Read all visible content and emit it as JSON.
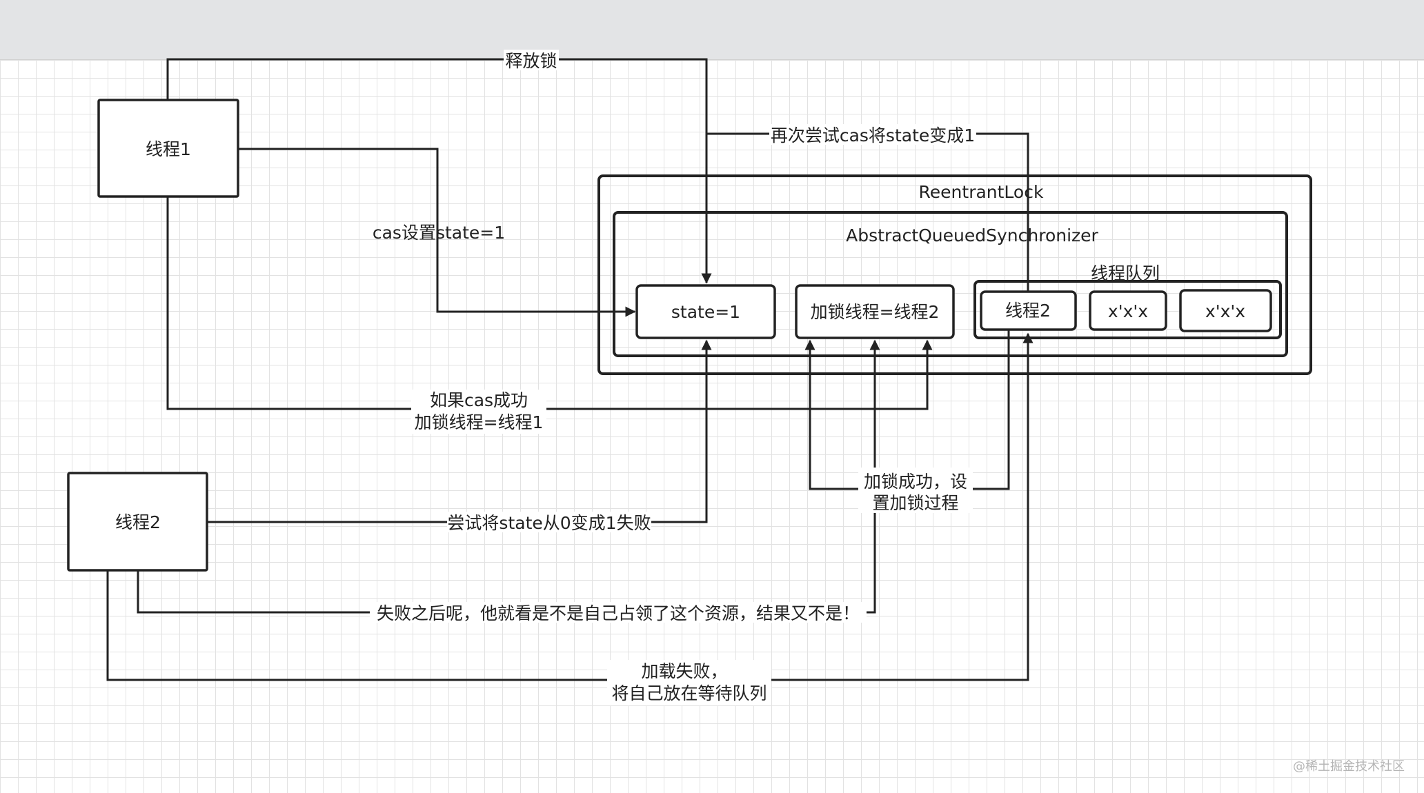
{
  "nodes": {
    "thread1": "线程1",
    "thread2": "线程2",
    "reentrant_lock": "ReentrantLock",
    "aqs": "AbstractQueuedSynchronizer",
    "queue_title": "线程队列",
    "state": "state=1",
    "lock_thread": "加锁线程=线程2",
    "queue_thread2": "线程2",
    "queue_item_a": "x'x'x",
    "queue_item_b": "x'x'x"
  },
  "edges": {
    "release_lock": "释放锁",
    "retry_cas": "再次尝试cas将state变成1",
    "cas_set_state": "cas设置state=1",
    "if_cas_success_line1": "如果cas成功",
    "if_cas_success_line2": "加锁线程=线程1",
    "try_state_fail": "尝试将state从0变成1失败",
    "lock_success_line1": "加锁成功，设",
    "lock_success_line2": "置加锁过程",
    "after_fail_check": "失败之后呢，他就看是不是自己占领了这个资源，结果又不是！",
    "load_fail_line1": "加载失败，",
    "load_fail_line2": "将自己放在等待队列"
  },
  "watermark": "@稀土掘金技术社区"
}
